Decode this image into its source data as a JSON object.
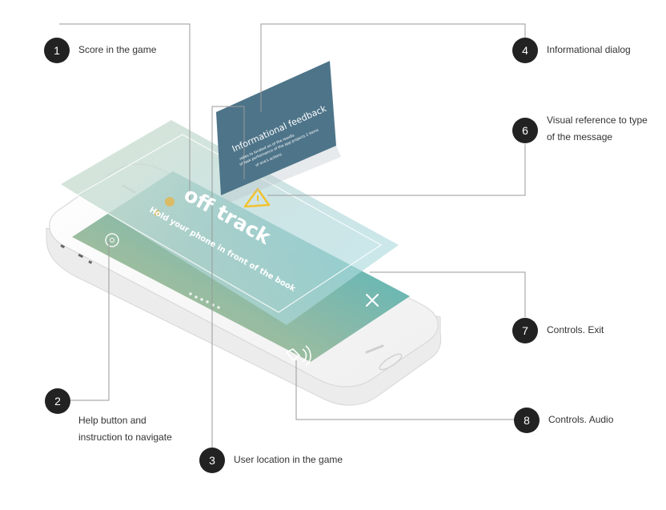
{
  "app": {
    "title": "off track",
    "instruction": "Hold your phone in front of the book"
  },
  "dialog": {
    "title": "Informational feedback",
    "body_line1": "relies to located on of the results",
    "body_line2": "of task performance of the app projects 2 items",
    "body_line3": "of one's actions"
  },
  "callouts": [
    {
      "num": "1",
      "line1": "Score in the game",
      "line2": ""
    },
    {
      "num": "2",
      "line1": "Help button and",
      "line2": "instruction to navigate"
    },
    {
      "num": "3",
      "line1": "User location in the game",
      "line2": ""
    },
    {
      "num": "4",
      "line1": "Informational dialog",
      "line2": ""
    },
    {
      "num": "6",
      "line1": "Visual reference to type",
      "line2": "of the message"
    },
    {
      "num": "7",
      "line1": "Controls. Exit",
      "line2": ""
    },
    {
      "num": "8",
      "line1": "Controls. Audio",
      "line2": ""
    }
  ],
  "colors": {
    "screen_top": "#9fd4d6",
    "screen_bottom": "#c7c48a",
    "dialog": "#4e7489",
    "warning": "#f2c230",
    "badge": "#222222"
  },
  "icons": [
    "help-icon",
    "warning-icon",
    "close-icon",
    "audio-icon"
  ]
}
